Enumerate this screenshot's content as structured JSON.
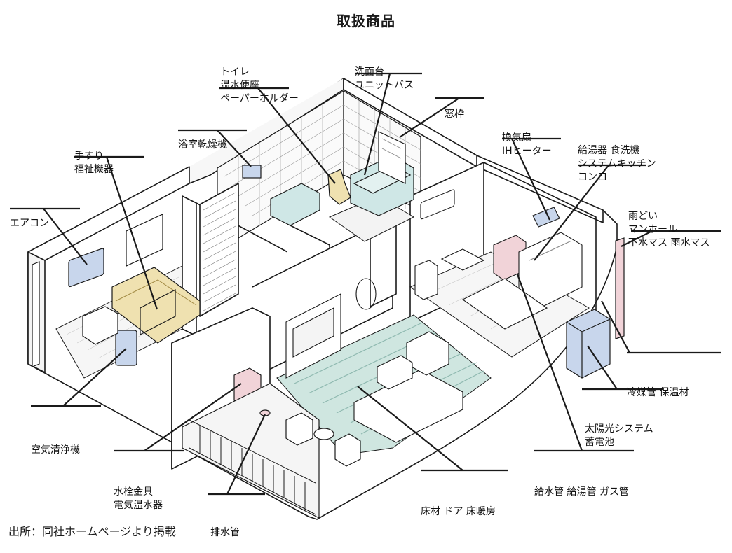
{
  "title": "取扱商品",
  "source": "出所：同社ホームページより掲載",
  "labels": {
    "toilet": [
      "トイレ",
      "温水便座",
      "ペーパーホルダー"
    ],
    "washbasin": [
      "洗面台",
      "ユニットバス"
    ],
    "window_frame": [
      "窓枠"
    ],
    "bath_dryer": [
      "浴室乾燥機"
    ],
    "fan_ih": [
      "換気扇",
      "IHヒーター"
    ],
    "kitchen": [
      "給湯器 食洗機",
      "システムキッチン",
      "コンロ"
    ],
    "handrail": [
      "手すり",
      "福祉機器"
    ],
    "rain": [
      "雨どい",
      "マンホール",
      "下水マス 雨水マス"
    ],
    "aircon": [
      "エアコン"
    ],
    "refrigerant": [
      "冷媒管 保温材"
    ],
    "solar": [
      "太陽光システム",
      "蓄電池"
    ],
    "air_purifier": [
      "空気清浄機"
    ],
    "faucet": [
      "水栓金具",
      "電気温水器"
    ],
    "pipes": [
      "給水管 給湯管 ガス管"
    ],
    "floor": [
      "床材 ドア 床暖房"
    ],
    "drain": [
      "排水管"
    ]
  },
  "colors": {
    "line": "#1a1a1a",
    "floor_green": "#cfe6e0",
    "fixture_cyan": "#cfe7e6",
    "bed_yellow": "#efe1b0",
    "device_blue": "#c8d6ec",
    "heater_pink": "#f1d3d8",
    "wall": "#ffffff"
  }
}
